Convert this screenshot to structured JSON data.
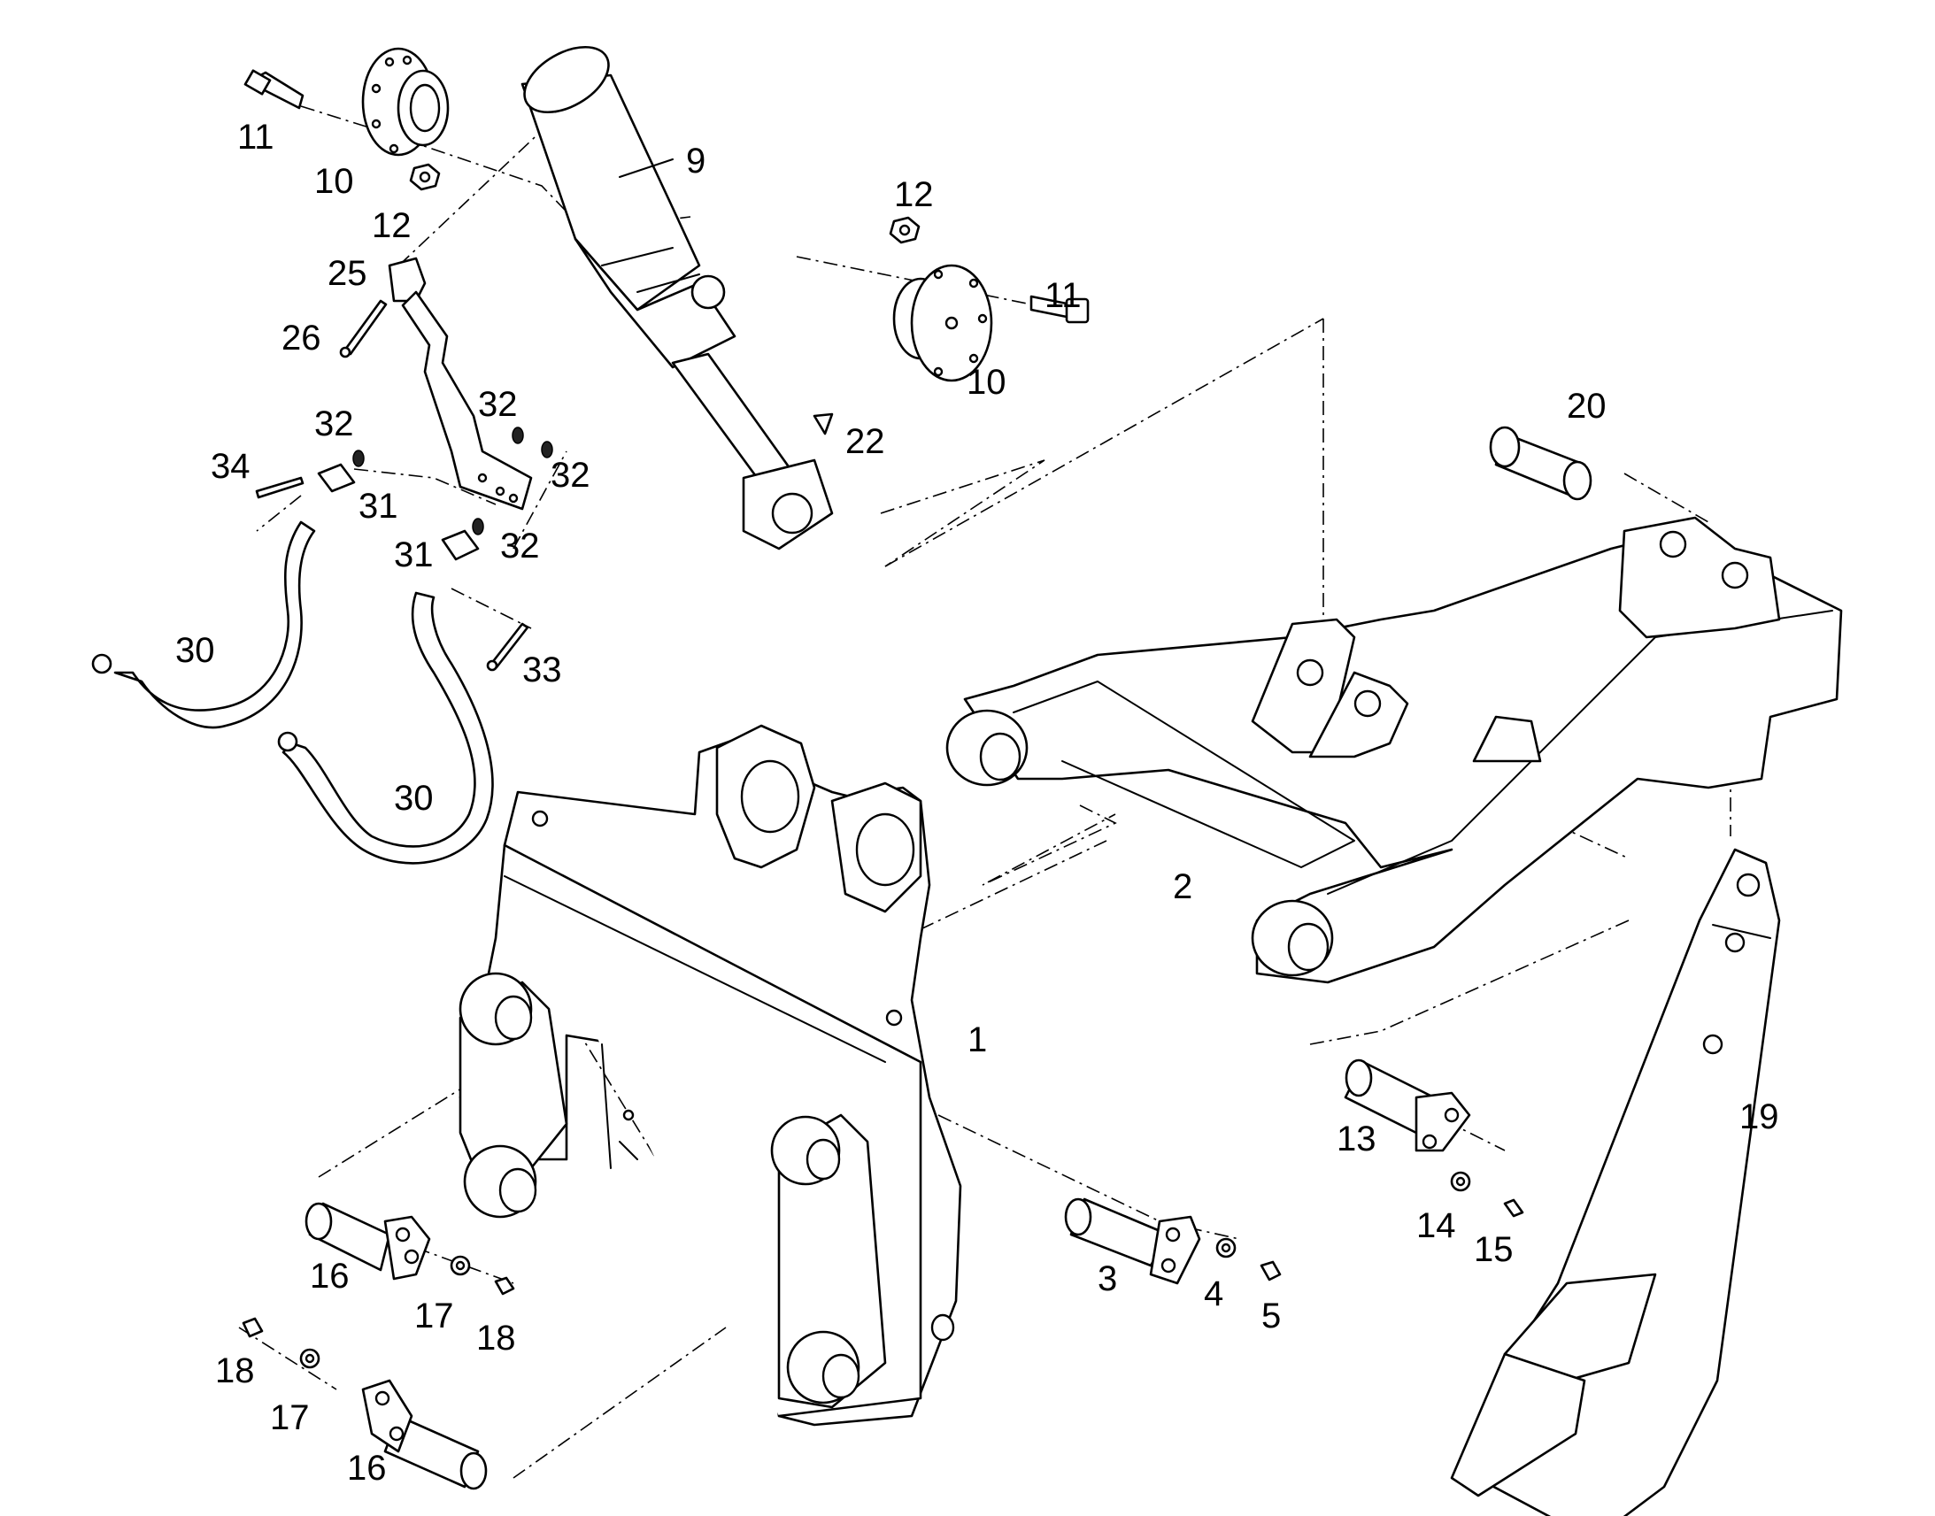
{
  "diagram": {
    "callouts": [
      {
        "id": "c11a",
        "text": "11"
      },
      {
        "id": "c10a",
        "text": "10"
      },
      {
        "id": "c12a",
        "text": "12"
      },
      {
        "id": "c9",
        "text": "9"
      },
      {
        "id": "c12b",
        "text": "12"
      },
      {
        "id": "c11b",
        "text": "11"
      },
      {
        "id": "c10b",
        "text": "10"
      },
      {
        "id": "c25",
        "text": "25"
      },
      {
        "id": "c26",
        "text": "26"
      },
      {
        "id": "c32a",
        "text": "32"
      },
      {
        "id": "c32b",
        "text": "32"
      },
      {
        "id": "c32c",
        "text": "32"
      },
      {
        "id": "c32d",
        "text": "32"
      },
      {
        "id": "c34",
        "text": "34"
      },
      {
        "id": "c31a",
        "text": "31"
      },
      {
        "id": "c31b",
        "text": "31"
      },
      {
        "id": "c22",
        "text": "22"
      },
      {
        "id": "c20",
        "text": "20"
      },
      {
        "id": "c30a",
        "text": "30"
      },
      {
        "id": "c30b",
        "text": "30"
      },
      {
        "id": "c33",
        "text": "33"
      },
      {
        "id": "c2",
        "text": "2"
      },
      {
        "id": "c1",
        "text": "1"
      },
      {
        "id": "c19",
        "text": "19"
      },
      {
        "id": "c13",
        "text": "13"
      },
      {
        "id": "c14",
        "text": "14"
      },
      {
        "id": "c15",
        "text": "15"
      },
      {
        "id": "c3",
        "text": "3"
      },
      {
        "id": "c4",
        "text": "4"
      },
      {
        "id": "c5",
        "text": "5"
      },
      {
        "id": "c16a",
        "text": "16"
      },
      {
        "id": "c17a",
        "text": "17"
      },
      {
        "id": "c18a",
        "text": "18"
      },
      {
        "id": "c18b",
        "text": "18"
      },
      {
        "id": "c17b",
        "text": "17"
      },
      {
        "id": "c16b",
        "text": "16"
      }
    ]
  }
}
